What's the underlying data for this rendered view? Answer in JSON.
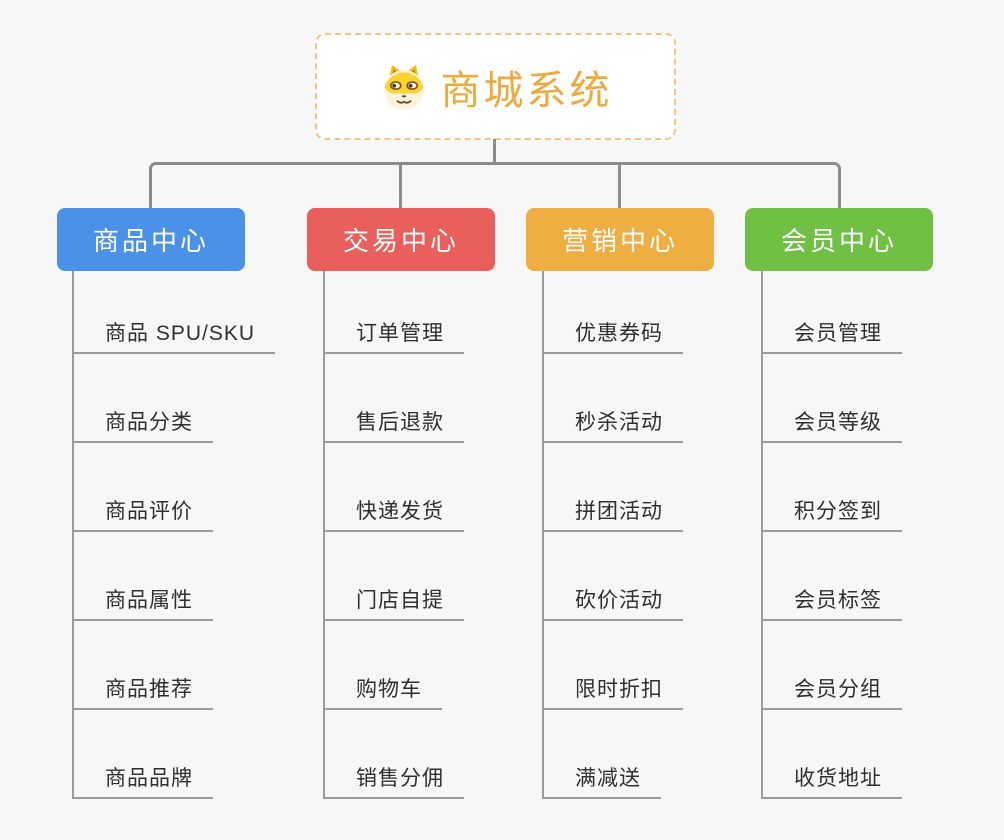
{
  "page": {
    "background_color": "#F7F7F7",
    "connector_color": "#8C8C8C",
    "branch_line_color": "#9B9B9B"
  },
  "root": {
    "title": "商城系统",
    "icon": "doge-dog-face",
    "title_color": "#F0A93D",
    "border_color": "#F2C583",
    "background_color": "#FFFFFF"
  },
  "branches": [
    {
      "label": "商品中心",
      "color": "#4B91E8",
      "items": [
        "商品 SPU/SKU",
        "商品分类",
        "商品评价",
        "商品属性",
        "商品推荐",
        "商品品牌"
      ]
    },
    {
      "label": "交易中心",
      "color": "#E95F5C",
      "items": [
        "订单管理",
        "售后退款",
        "快递发货",
        "门店自提",
        "购物车",
        "销售分佣"
      ]
    },
    {
      "label": "营销中心",
      "color": "#EFAE42",
      "items": [
        "优惠券码",
        "秒杀活动",
        "拼团活动",
        "砍价活动",
        "限时折扣",
        "满减送"
      ]
    },
    {
      "label": "会员中心",
      "color": "#6FC043",
      "items": [
        "会员管理",
        "会员等级",
        "积分签到",
        "会员标签",
        "会员分组",
        "收货地址"
      ]
    }
  ]
}
